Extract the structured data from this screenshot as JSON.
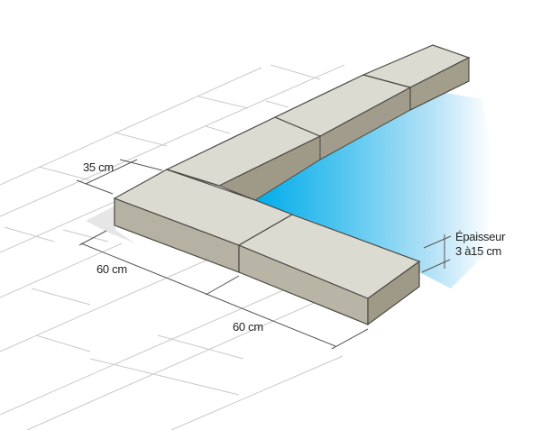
{
  "diagram": {
    "subject": "Margelles de piscine (pool coping stones) around a pool corner",
    "colors": {
      "background": "#ffffff",
      "tile_lines": "#c8c8c8",
      "stone_top": "#dcdbd2",
      "stone_side": "#b5b2a4",
      "stone_side_dark": "#9f9a88",
      "stone_outline": "#4a4a44",
      "water_deep": "#0bb2e6",
      "water_light": "#e8f5fc",
      "dimension_lines": "#555555",
      "text": "#222222"
    },
    "labels": {
      "width": "35 cm",
      "length_1": "60 cm",
      "length_2": "60 cm",
      "thickness_title": "Épaisseur",
      "thickness_value": "3 à15 cm"
    }
  }
}
